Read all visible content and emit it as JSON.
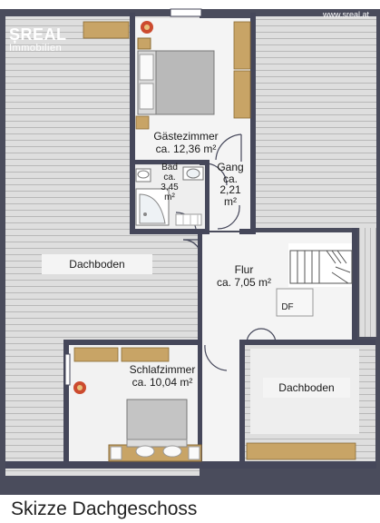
{
  "brand": {
    "name": "REAL",
    "subtitle": "Immobilien",
    "website": "www.sreal.at"
  },
  "rooms": {
    "gaestezimmer": "Gästezimmer\nca. 12,36 m²",
    "bad": "Bad\nca.\n3,45\nm²",
    "gang": "Gang\nca.\n2,21\nm²",
    "dachboden_left": "Dachboden",
    "flur": "Flur\nca. 7,05 m²",
    "df": "DF",
    "schlafzimmer": "Schlafzimmer\nca. 10,04 m²",
    "dachboden_right": "Dachboden"
  },
  "caption": "Skizze Dachgeschoss",
  "colors": {
    "wall": "#45475a",
    "attic_fill": "#dcdcdc",
    "floor_fill": "#f3f3f3",
    "wood": "#c8a466",
    "plant": "#cc4b2f"
  }
}
